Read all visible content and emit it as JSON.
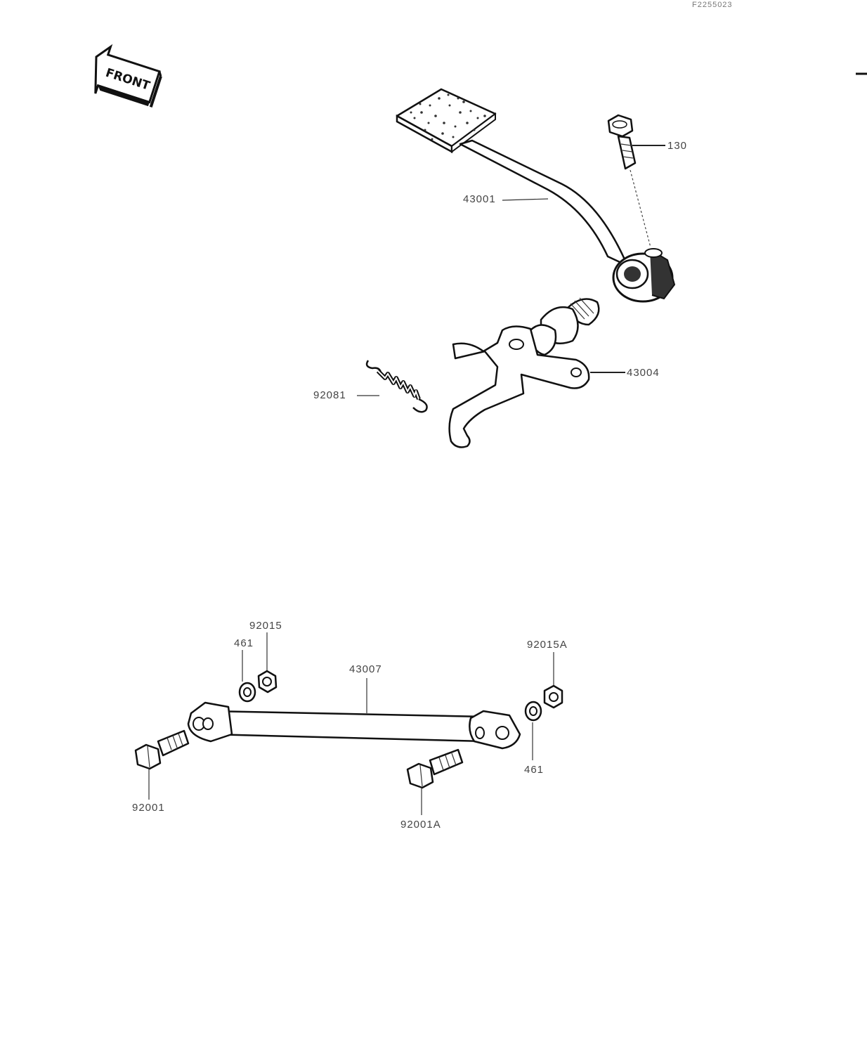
{
  "reference_code": "F2255023",
  "front_label": "FRONT",
  "callouts": {
    "bolt_130": "130",
    "brake_pedal": "43001",
    "shaft_lever": "43004",
    "spring": "92081",
    "nut_top_left": "92015",
    "washer_top_left": "461",
    "rod": "43007",
    "nut_top_right": "92015A",
    "washer_right": "461",
    "bolt_left": "92001",
    "bolt_right": "92001A"
  }
}
